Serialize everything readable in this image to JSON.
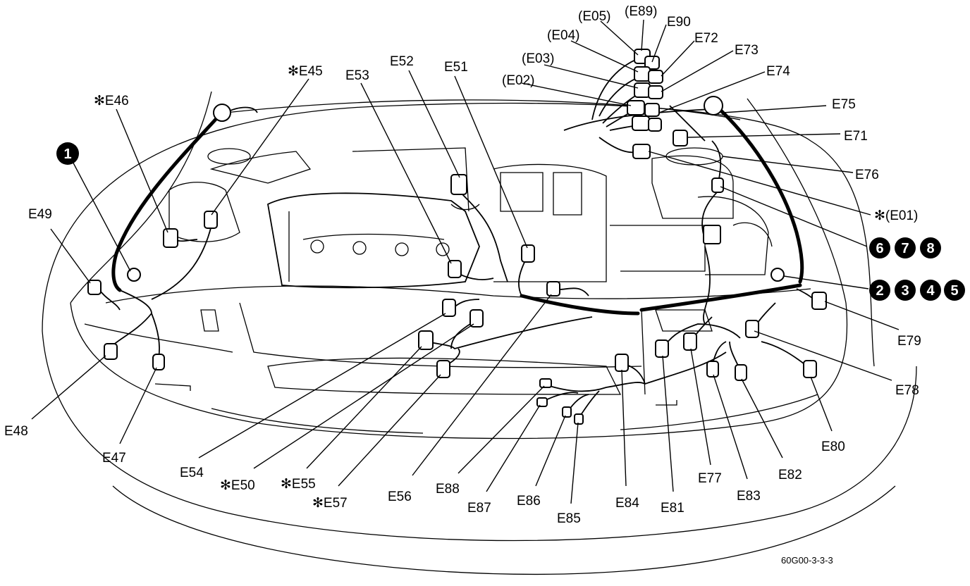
{
  "diagram": {
    "figure_code": "60G00-3-3-3",
    "labels": {
      "E45": "✻E45",
      "E46": "✻E46",
      "E47": "E47",
      "E48": "E48",
      "E49": "E49",
      "E50": "✻E50",
      "E51": "E51",
      "E52": "E52",
      "E53": "E53",
      "E54": "E54",
      "E55": "✻E55",
      "E56": "E56",
      "E57": "✻E57",
      "E71": "E71",
      "E72": "E72",
      "E73": "E73",
      "E74": "E74",
      "E75": "E75",
      "E76": "E76",
      "E77": "E77",
      "E78": "E78",
      "E79": "E79",
      "E80": "E80",
      "E81": "E81",
      "E82": "E82",
      "E83": "E83",
      "E84": "E84",
      "E85": "E85",
      "E86": "E86",
      "E87": "E87",
      "E88": "E88",
      "E89": "(E89)",
      "E90": "E90",
      "E01": "✻(E01)",
      "E02": "(E02)",
      "E03": "(E03)",
      "E04": "(E04)",
      "E05": "(E05)"
    },
    "badges": {
      "b1": "1",
      "b2": "2",
      "b3": "3",
      "b4": "4",
      "b5": "5",
      "b6": "6",
      "b7": "7",
      "b8": "8"
    }
  }
}
